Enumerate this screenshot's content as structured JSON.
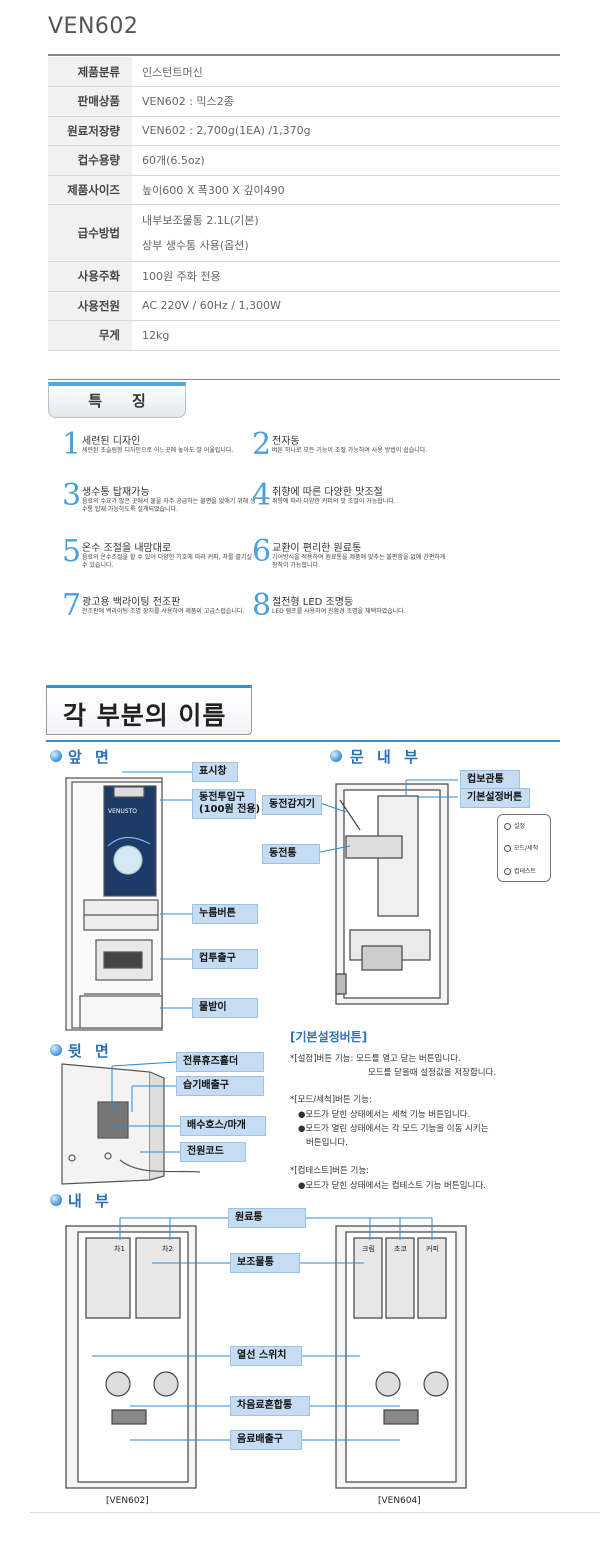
{
  "model": "VEN602",
  "specs": [
    {
      "key": "제품분류",
      "value": "인스턴트머신"
    },
    {
      "key": "판매상품",
      "value": "VEN602 : 믹스2종"
    },
    {
      "key": "원료저장량",
      "value": "VEN602 : 2,700g(1EA) /1,370g"
    },
    {
      "key": "컵수용량",
      "value": "60개(6.5oz)"
    },
    {
      "key": "제품사이즈",
      "value": "높이600 X 폭300 X 깊이490"
    },
    {
      "key": "급수방법",
      "value": "내부보조물통 2.1L(기본)",
      "value2": "상부 생수통 사용(옵션)"
    },
    {
      "key": "사용주화",
      "value": "100원 주화 전용"
    },
    {
      "key": "사용전원",
      "value": "AC 220V / 60Hz / 1,300W"
    },
    {
      "key": "무게",
      "value": "12kg"
    }
  ],
  "features_tab": "특징",
  "features": [
    {
      "num": "1",
      "title": "세련된 디자인",
      "desc": "세련된 초슬림형 디자인으로 어느곳에 놓아도 잘 어울립니다."
    },
    {
      "num": "2",
      "title": "전자동",
      "desc": "버튼 하나로 모든 기능이 조절 가능하여 사용 방법이 쉽습니다."
    },
    {
      "num": "3",
      "title": "생수통 탑재가능",
      "desc": "음료의 수요가 많은 곳에서 물을 자주 공급하는 불편을 없애기 위해 생수통 탑재 가능하도록 설계되었습니다."
    },
    {
      "num": "4",
      "title": "취향에 따른 다양한 맛조절",
      "desc": "취향에 따라 다양한 커피의 맛 조절이 가능합니다."
    },
    {
      "num": "5",
      "title": "온수 조절을 내맘대로",
      "desc": "음료의 온수조절을 할 수 있어 다양한 기호에 따라 커피, 차를 즐기실 수 있습니다."
    },
    {
      "num": "6",
      "title": "교환이 편리한 원료통",
      "desc": "기어방식을 적용하여 원료통을 제품에 맞추는 불편함을 없애 간편하게 장착이 가능합니다."
    },
    {
      "num": "7",
      "title": "광고용 백라이팅 전조판",
      "desc": "전조판에 백라이팅 조명 장치를 사용하여 제품이 고급스럽습니다."
    },
    {
      "num": "8",
      "title": "절전형 LED 조명등",
      "desc": "LED 램프를 사용하여 친환경 조명을 채택하였습니다."
    }
  ],
  "parts_title": "각 부분의 이름",
  "front": {
    "heading": "앞 면",
    "brand": "VENUSTO",
    "labels": {
      "display": "표시창",
      "coin_slot_1": "동전투입구",
      "coin_slot_2": "(100원 전용)",
      "push_button": "누름버튼",
      "cup_outlet": "컵투출구",
      "drip_tray": "물받이"
    }
  },
  "inside_door": {
    "heading": "문 내 부",
    "labels": {
      "cup_tube": "컵보관통",
      "settings_button": "기본설정버튼",
      "coin_sensor": "동전감지기",
      "coin_box": "동전통"
    },
    "panel": [
      "설정",
      "모드/세척",
      "컵테스트"
    ]
  },
  "back": {
    "heading": "뒷 면",
    "labels": {
      "fuse": "전류휴즈홀더",
      "vent": "습기배출구",
      "drain": "배수호스/마개",
      "power": "전원코드"
    }
  },
  "settings_help": {
    "title": "[기본설정버튼]",
    "lines": [
      "*[설정]버튼 기능: 모드를 열고 닫는 버튼입니다.",
      "모드를 닫을때 설정값을 저장합니다.",
      "*[모드/세척]버튼 기능:",
      "●모드가 닫힌 상태에서는 세척 기능 버튼입니다.",
      "●모드가 열린 상태에서는 각 모드 기능을 이동 시키는",
      "버튼입니다.",
      "*[컵테스트]버튼 기능:",
      "●모드가 닫힌 상태에서는 컵테스트 기능 버튼입니다."
    ]
  },
  "interior": {
    "heading": "내 부",
    "labels": {
      "ingredient_bin": "원료통",
      "water_tank": "보조물통",
      "heater_switch": "열선 스위치",
      "mixing_bowl": "차음료혼합통",
      "drink_outlet": "음료배출구"
    },
    "left_bins": [
      "차1",
      "차2"
    ],
    "right_bins": [
      "크림",
      "초코",
      "커피"
    ],
    "caption_left": "[VEN602]",
    "caption_right": "[VEN604]"
  }
}
